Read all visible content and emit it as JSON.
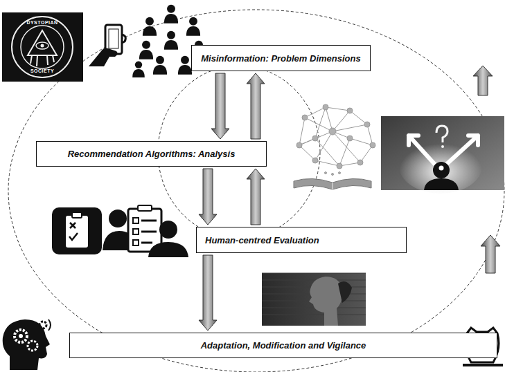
{
  "diagram": {
    "nodes": [
      {
        "text": [
          "Misinformation: Problem Dimensions"
        ]
      },
      {
        "text": [
          "Recommendation Algorithms: Analysis"
        ]
      },
      {
        "text": [
          "Human-centred Evaluation"
        ]
      },
      {
        "text": [
          "Adaptation, Modification and Vigilance"
        ]
      }
    ],
    "edges": [
      {
        "from": 0,
        "to": 1,
        "arrow": "to"
      },
      {
        "from": 1,
        "to": 0,
        "arrow": "to"
      },
      {
        "from": 1,
        "to": 2,
        "arrow": "to"
      },
      {
        "from": 2,
        "to": 1,
        "arrow": "to"
      },
      {
        "from": 2,
        "to": 3,
        "arrow": "to"
      }
    ],
    "labels": [
      "DYSTOPIAN",
      "SOCIETY"
    ]
  }
}
